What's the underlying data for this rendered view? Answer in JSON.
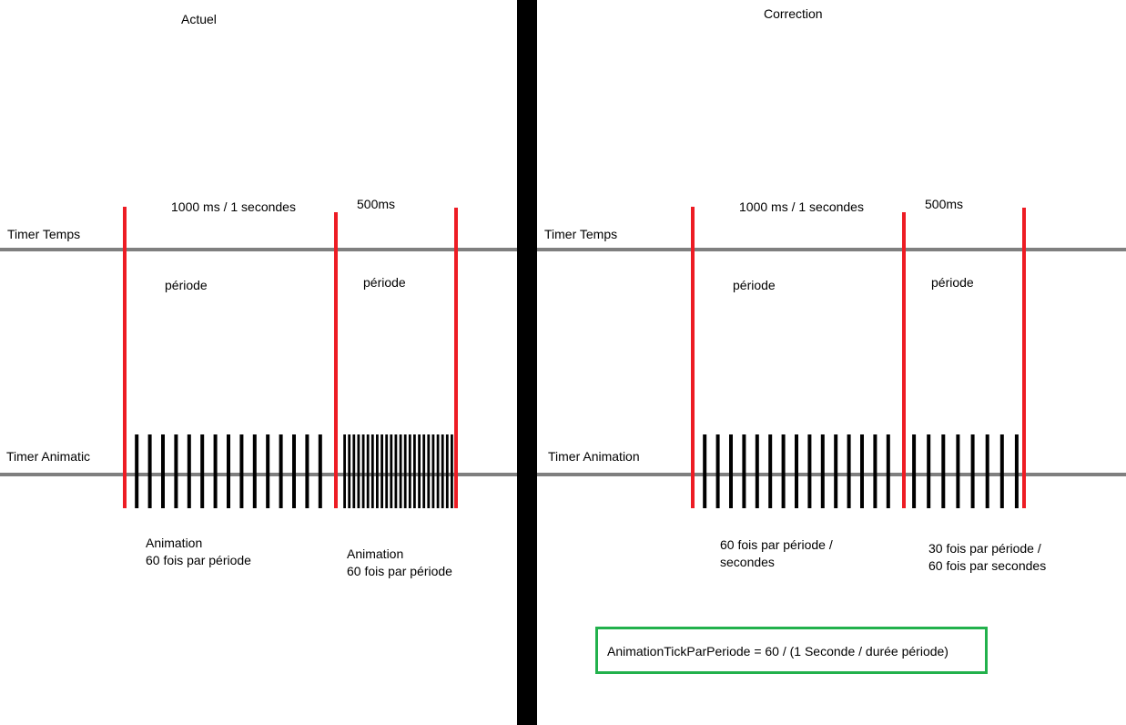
{
  "colors": {
    "timeline": "#7f7f7f",
    "period_marker": "#ed1c24",
    "tick": "#000000",
    "divider": "#000000",
    "formula_border": "#22b14c"
  },
  "left_panel": {
    "title": "Actuel",
    "timer_temps_label": "Timer Temps",
    "timer_animation_label": "Timer Animatic",
    "period1_duration": "1000 ms / 1 secondes",
    "period2_duration": "500ms",
    "period1_label": "période",
    "period2_label": "période",
    "period1_caption": "Animation\n60 fois par période",
    "period2_caption": "Animation\n60 fois par période",
    "period1_tick_count": 15,
    "period2_tick_count": 24
  },
  "right_panel": {
    "title": "Correction",
    "timer_temps_label": "Timer Temps",
    "timer_animation_label": "Timer Animation",
    "period1_duration": "1000 ms / 1 secondes",
    "period2_duration": "500ms",
    "period1_label": "période",
    "period2_label": "période",
    "period1_caption": "60 fois par période /\nsecondes",
    "period2_caption": "30 fois par période /\n60 fois par secondes",
    "period1_tick_count": 15,
    "period2_tick_count": 8
  },
  "formula": "AnimationTickParPeriode = 60  / (1 Seconde / durée période)"
}
